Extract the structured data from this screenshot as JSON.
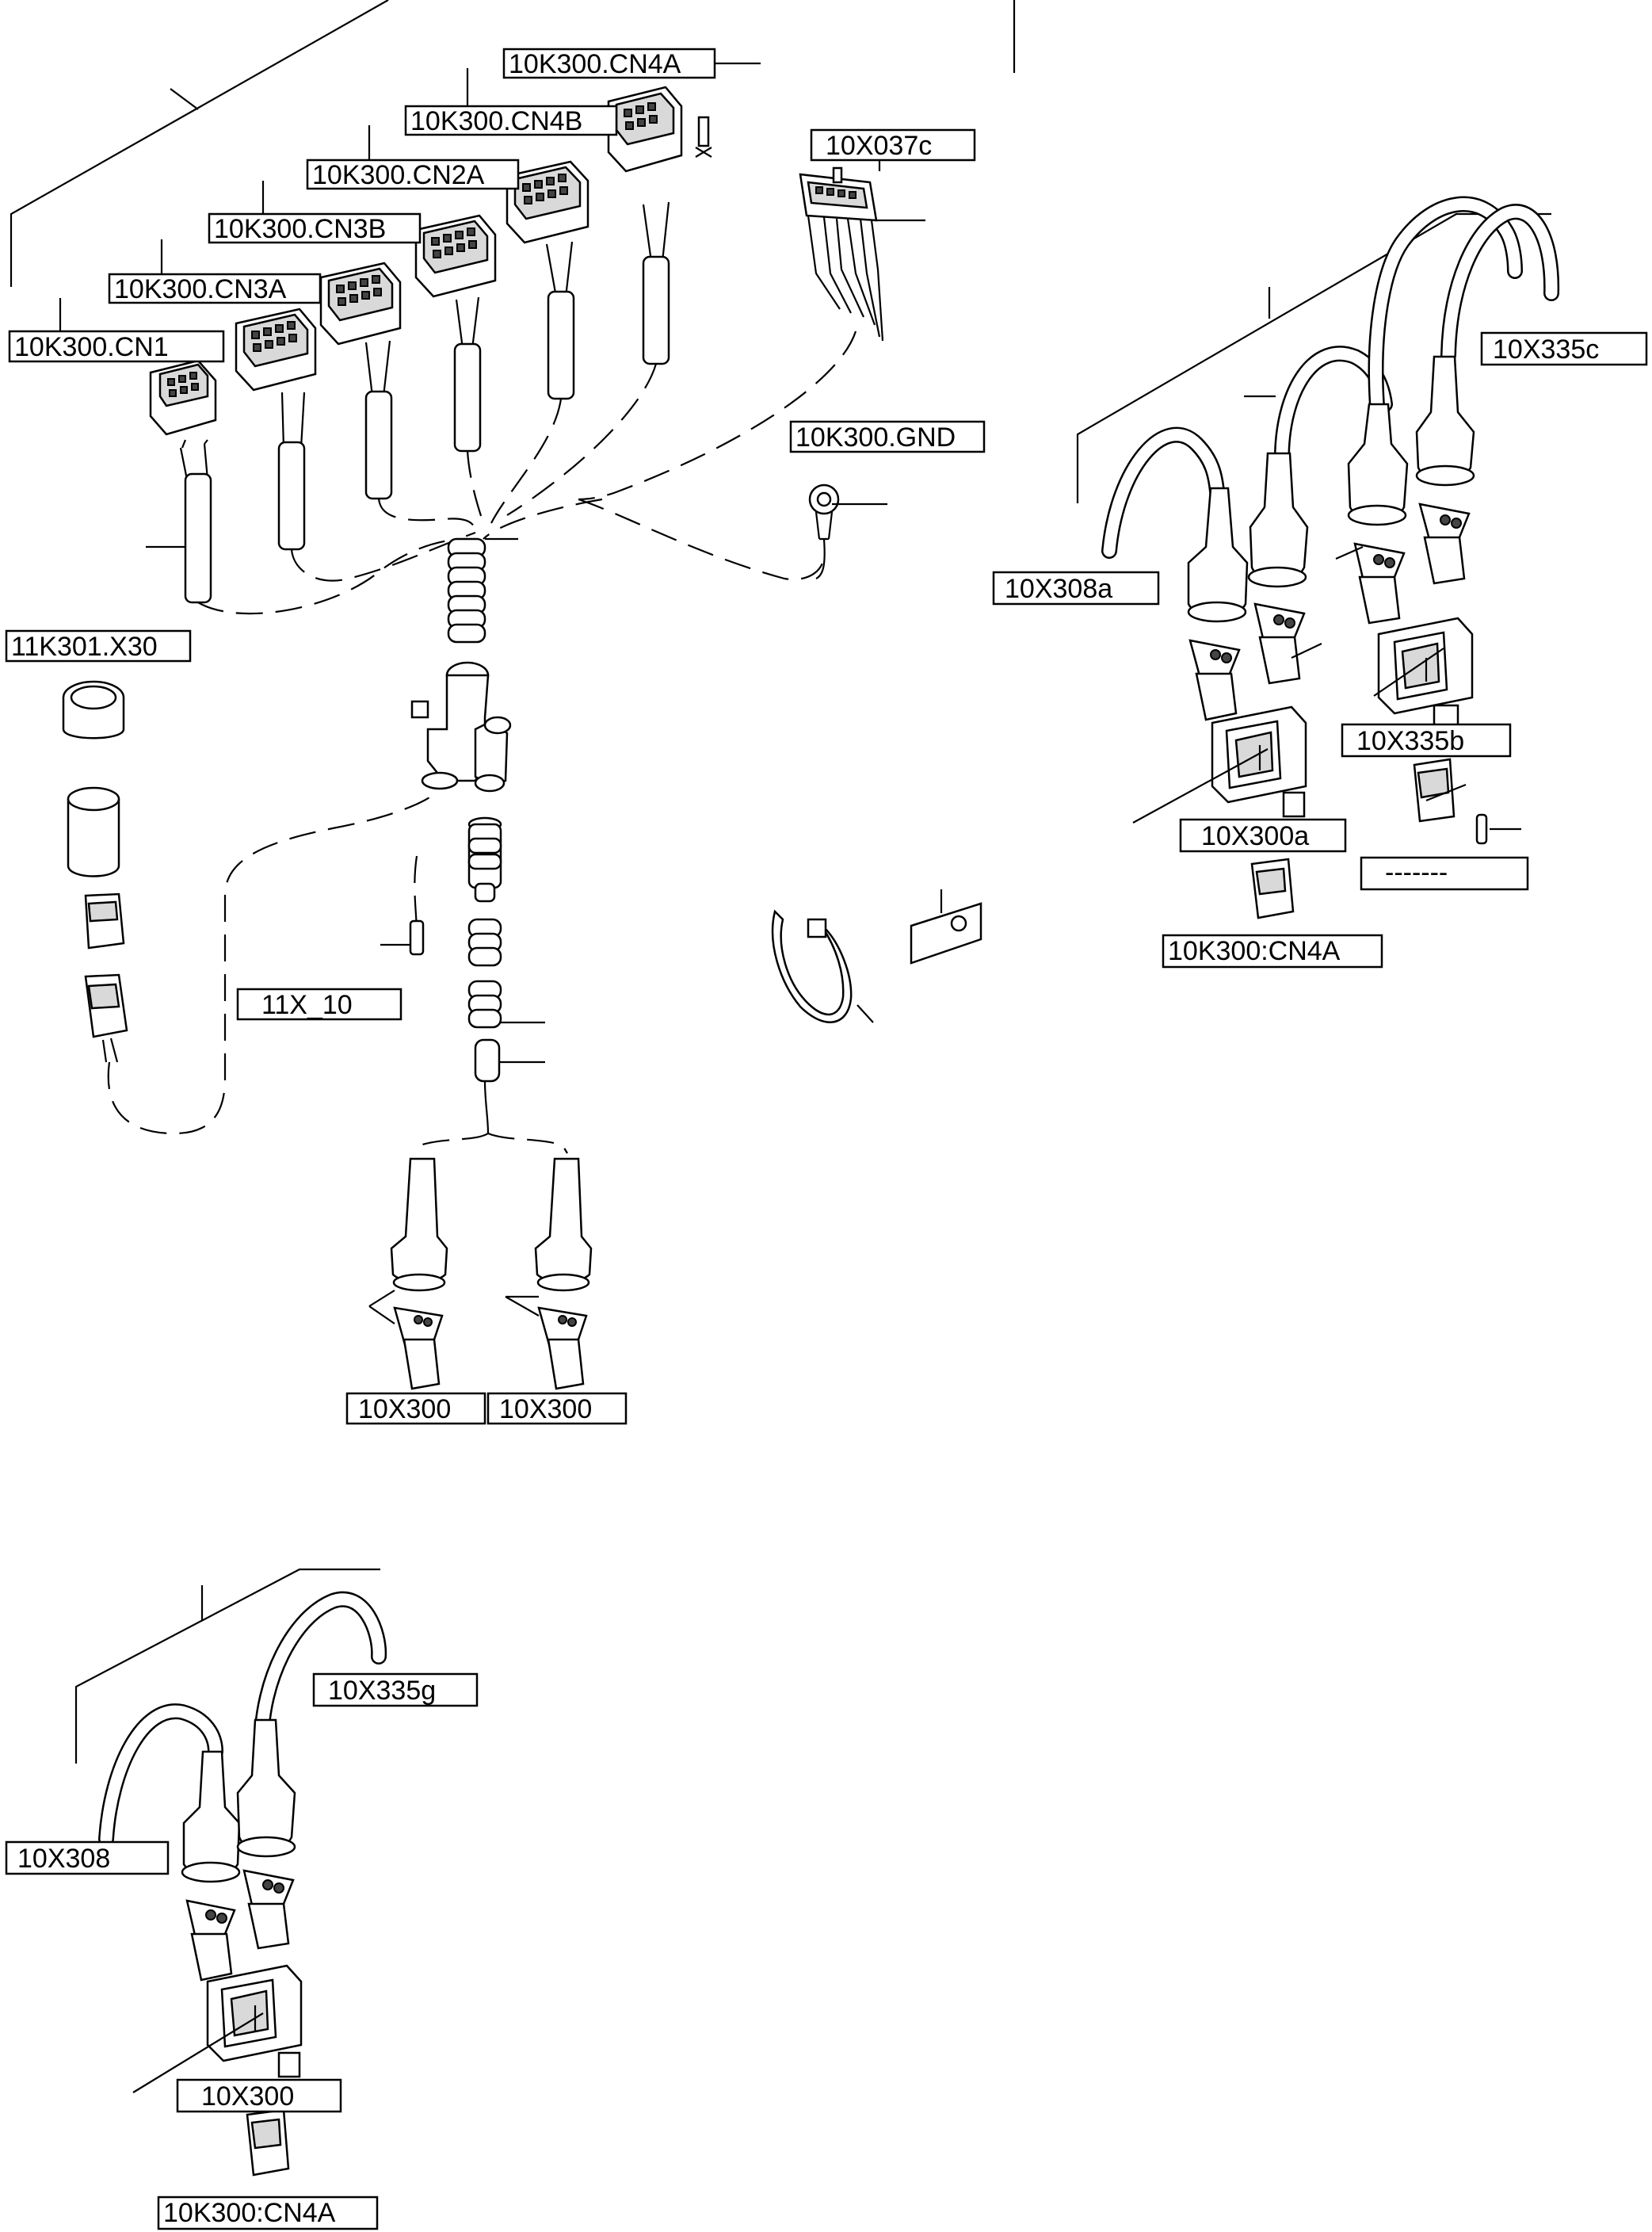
{
  "labels": {
    "cn4a": "10K300.CN4A",
    "cn4b": "10K300.CN4B",
    "cn2a": "10K300.CN2A",
    "cn3b": "10K300.CN3B",
    "cn3a": "10K300.CN3A",
    "cn1": "10K300.CN1",
    "x037c": "10X037c",
    "gnd": "10K300.GND",
    "x30": "11K301.X30",
    "x10": "11X_10",
    "x300_left": "10X300",
    "x300_right": "10X300",
    "x335c": "10X335c",
    "x308a": "10X308a",
    "x335b": "10X335b",
    "x300a": "10X300a",
    "blank": "-------",
    "cn4a_colon_right": "10K300:CN4A",
    "x335g": "10X335g",
    "x308": "10X308",
    "x300_bottom": "10X300",
    "cn4a_colon_bottom": "10K300:CN4A"
  }
}
